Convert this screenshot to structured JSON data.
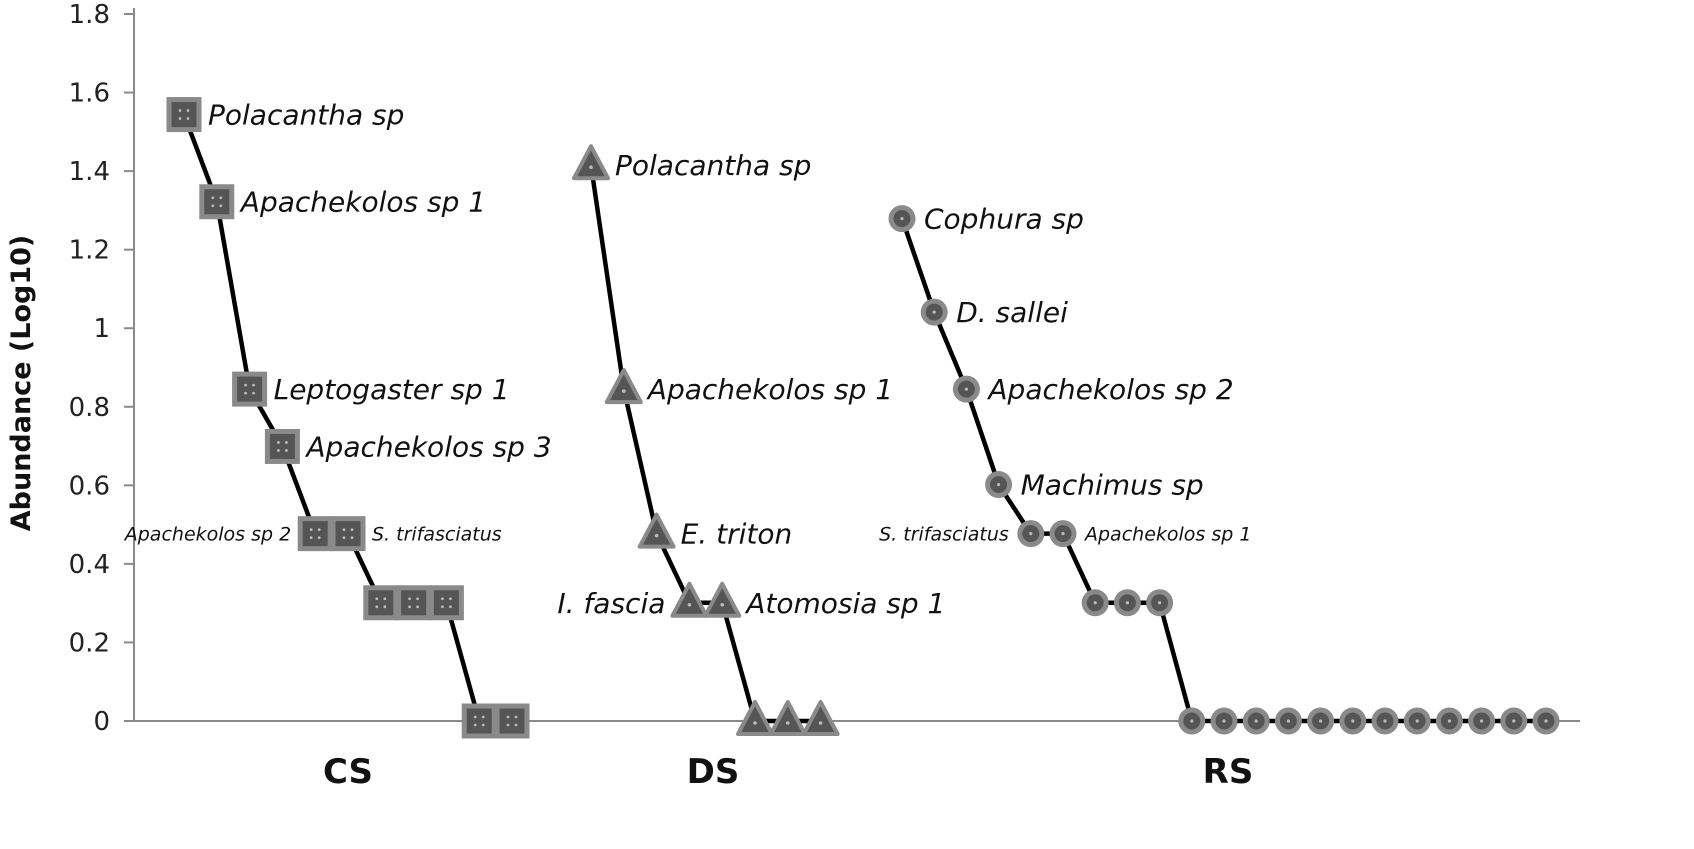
{
  "chart_data": {
    "type": "line",
    "title": "",
    "xlabel": "",
    "ylabel": "Abundance (Log10)",
    "ylim": [
      0,
      1.8
    ],
    "yticks": [
      "0",
      "0.2",
      "0.4",
      "0.6",
      "0.8",
      "1",
      "1.2",
      "1.4",
      "1.6",
      "1.8"
    ],
    "grid": false,
    "legend": "none",
    "colors": {
      "line": "#000000",
      "marker_fill": "#555555",
      "marker_edge": "#8a8a8a",
      "axis": "#8a8a8a"
    },
    "groups": [
      {
        "name": "CS",
        "marker": "square",
        "values": [
          1.544,
          1.322,
          0.845,
          0.699,
          0.477,
          0.477,
          0.301,
          0.301,
          0.301,
          0,
          0
        ],
        "labels": [
          "Polacantha sp",
          "Apachekolos sp 1",
          "Leptogaster sp 1",
          "Apachekolos sp 3",
          "Apachekolos sp 2",
          "S. trifasciatus",
          "",
          "",
          "",
          "",
          ""
        ]
      },
      {
        "name": "DS",
        "marker": "triangle",
        "values": [
          1.415,
          0.845,
          0.477,
          0.301,
          0.301,
          0,
          0,
          0
        ],
        "labels": [
          "Polacantha sp",
          "Apachekolos sp 1",
          "E. triton",
          "I. fascia",
          "Atomosia sp 1",
          "",
          "",
          ""
        ]
      },
      {
        "name": "RS",
        "marker": "circle",
        "values": [
          1.279,
          1.041,
          0.845,
          0.602,
          0.477,
          0.477,
          0.301,
          0.301,
          0.301,
          0,
          0,
          0,
          0,
          0,
          0,
          0,
          0,
          0,
          0,
          0,
          0
        ],
        "labels": [
          "Cophura sp",
          "D. sallei",
          "Apachekolos sp 2",
          "Machimus sp",
          "S. trifasciatus",
          "Apachekolos sp 1",
          "",
          "",
          "",
          "",
          "",
          "",
          "",
          "",
          "",
          "",
          "",
          "",
          "",
          "",
          ""
        ]
      }
    ]
  }
}
